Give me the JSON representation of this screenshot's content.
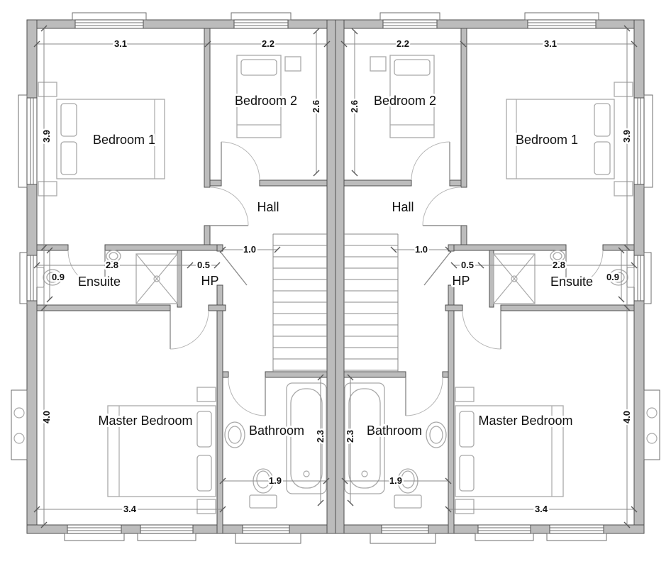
{
  "drawing": {
    "kind": "floor-plan",
    "colors": {
      "wall": "#bcbcbc",
      "wall_edge": "#4f4f4f",
      "fixture": "#a9a9a9",
      "text": "#111111",
      "background": "#ffffff"
    }
  },
  "units": [
    {
      "side": "left",
      "rooms": {
        "bedroom1": "Bedroom 1",
        "bedroom2": "Bedroom 2",
        "hall": "Hall",
        "ensuite": "Ensuite",
        "hp": "HP",
        "master": "Master Bedroom",
        "bathroom": "Bathroom"
      },
      "dims": {
        "bedroom1_width": "3.1",
        "bedroom2_width": "2.2",
        "bedroom1_depth": "3.9",
        "bedroom2_depth": "2.6",
        "hall_width": "1.0",
        "ensuite_depth": "0.9",
        "ensuite_width": "2.8",
        "hp_width": "0.5",
        "master_depth": "4.0",
        "master_width": "3.4",
        "bathroom_width": "1.9",
        "bathroom_depth": "2.3"
      }
    },
    {
      "side": "right",
      "rooms": {
        "bedroom1": "Bedroom 1",
        "bedroom2": "Bedroom 2",
        "hall": "Hall",
        "ensuite": "Ensuite",
        "hp": "HP",
        "master": "Master Bedroom",
        "bathroom": "Bathroom"
      },
      "dims": {
        "bedroom1_width": "3.1",
        "bedroom2_width": "2.2",
        "bedroom1_depth": "3.9",
        "bedroom2_depth": "2.6",
        "hall_width": "1.0",
        "ensuite_depth": "0.9",
        "ensuite_width": "2.8",
        "hp_width": "0.5",
        "master_depth": "4.0",
        "master_width": "3.4",
        "bathroom_width": "1.9",
        "bathroom_depth": "2.3"
      }
    }
  ]
}
